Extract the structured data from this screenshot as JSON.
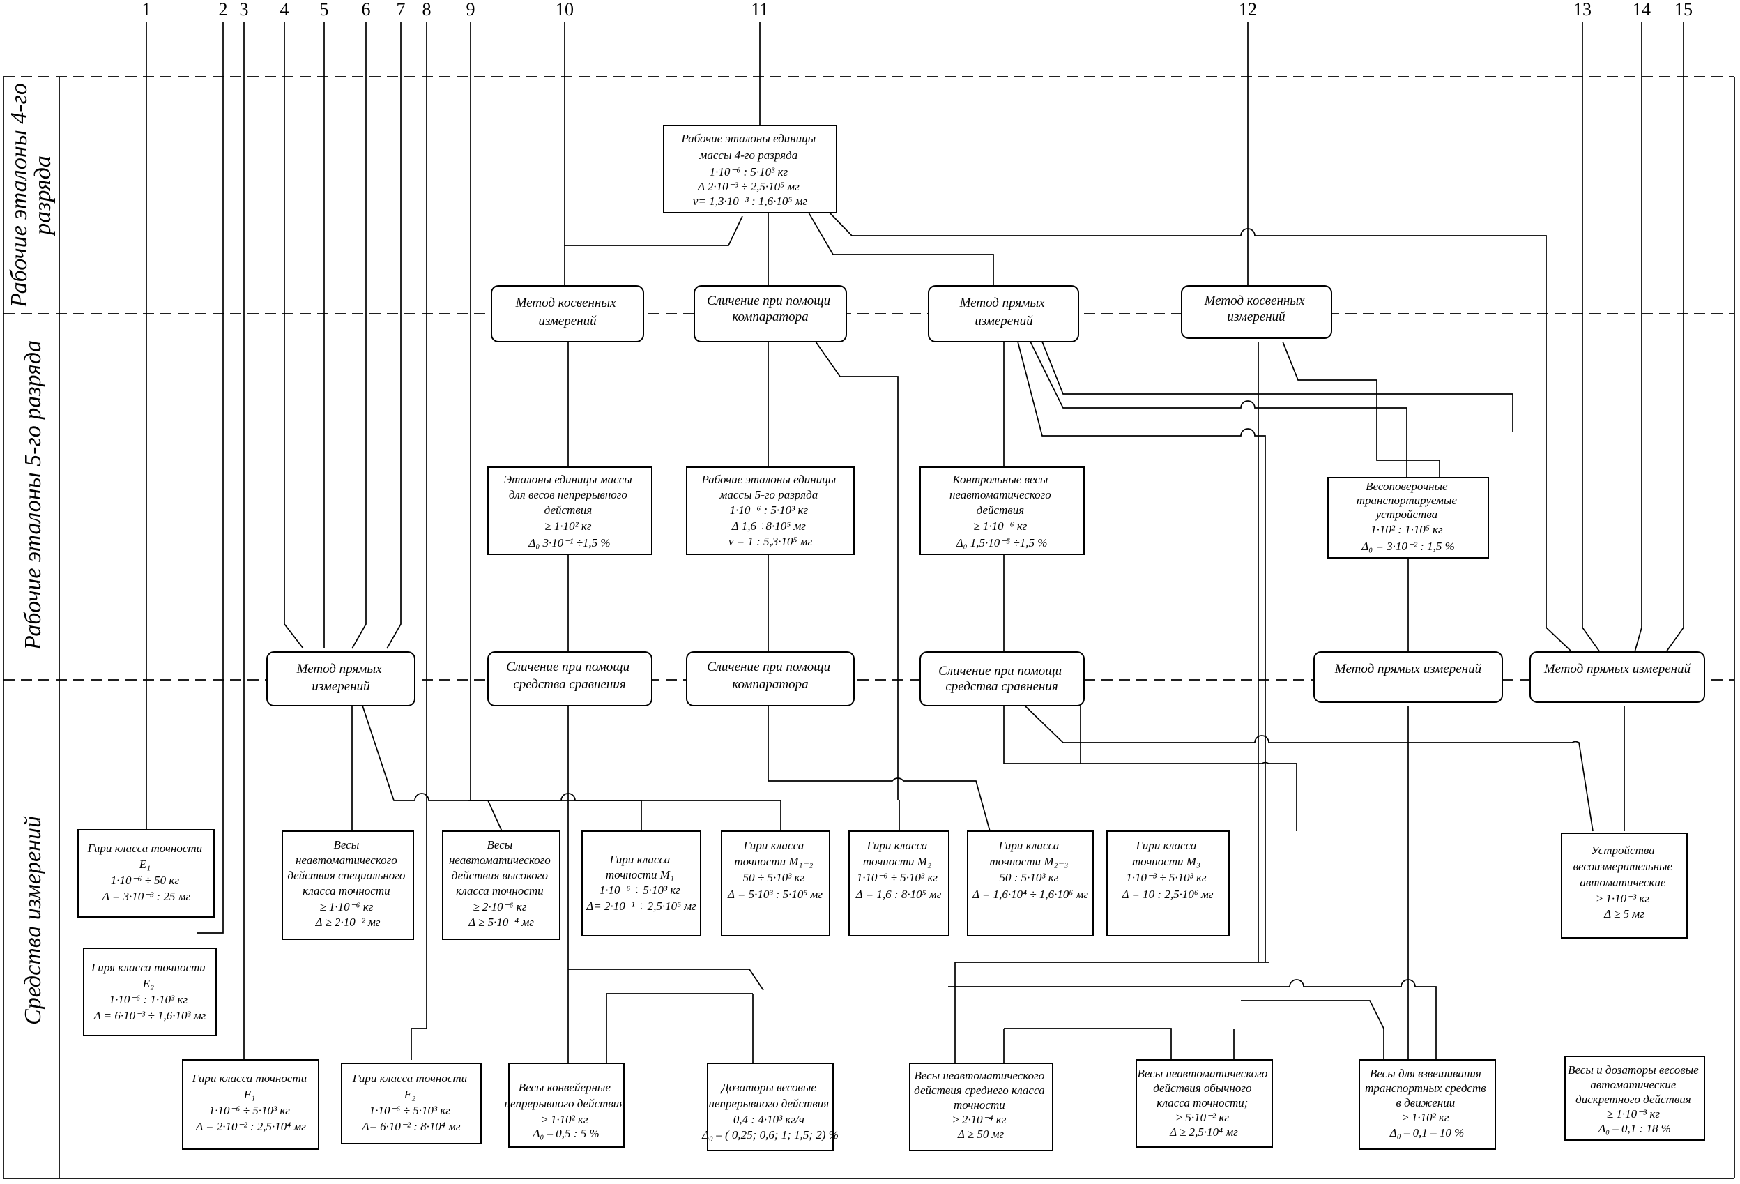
{
  "columns": [
    "1",
    "2",
    "3",
    "4",
    "5",
    "6",
    "7",
    "8",
    "9",
    "10",
    "11",
    "12",
    "13",
    "14",
    "15"
  ],
  "rows": {
    "r1": [
      "Рабочие эталоны 4-го",
      "разряда"
    ],
    "r2": [
      "Рабочие эталоны 5-го разряда"
    ],
    "r3": [
      "Средства измерений"
    ]
  },
  "boxes": {
    "top": [
      "Рабочие эталоны единицы",
      "массы 4-го разряда",
      "1·10⁻⁶ : 5·10³ кг",
      "Δ 2·10⁻³ ÷ 2,5·10⁵ мг",
      "ν= 1,3·10⁻³ : 1,6·10⁵ мг"
    ],
    "m_kos1": [
      "Метод косвенных",
      "измерений"
    ],
    "m_comp1": [
      "Сличение при помощи",
      "компаратора"
    ],
    "m_pr1": [
      "Метод прямых",
      "измерений"
    ],
    "m_kos2": [
      "Метод косвенных",
      "измерений"
    ],
    "e_cont": [
      "Эталоны единицы массы",
      "для весов непрерывного",
      "действия",
      "≥ 1·10² кг",
      "Δ₀ 3·10⁻¹ ÷1,5 %"
    ],
    "e_rab5": [
      "Рабочие эталоны единицы",
      "массы 5-го разряда",
      "1·10⁻⁶ : 5·10³ кг",
      "Δ 1,6 ÷8·10⁵ мг",
      "ν = 1 : 5,3·10⁵ мг"
    ],
    "e_kontr": [
      "Контрольные весы",
      "неавтоматического",
      "действия",
      "≥ 1·10⁻⁶ кг",
      "Δ₀ 1,5·10⁻⁵ ÷1,5 %"
    ],
    "e_vesov": [
      "Весоповерочные",
      "транспортируемые",
      "устройства",
      "1·10² : 1·10⁵ кг",
      "Δ₀ = 3·10⁻² : 1,5 %"
    ],
    "m_pr2": [
      "Метод прямых",
      "измерений"
    ],
    "m_sr1": [
      "Сличение при помощи",
      "средства сравнения"
    ],
    "m_comp2": [
      "Сличение при помощи",
      "компаратора"
    ],
    "m_sr2": [
      "Сличение при помощи",
      "средства сравнения"
    ],
    "m_pr3": [
      "Метод прямых измерений"
    ],
    "m_pr4": [
      "Метод прямых измерений"
    ],
    "s_e1": [
      "Гири класса точности",
      "E₁",
      "1·10⁻⁶ ÷ 50 кг",
      "Δ = 3·10⁻³ : 25 мг"
    ],
    "s_e2": [
      "Гиря класса точности",
      "E₂",
      "1·10⁻⁶ : 1·10³ кг",
      "Δ = 6·10⁻³ ÷ 1,6·10³ мг"
    ],
    "s_f1": [
      "Гири класса точности",
      "F₁",
      "1·10⁻⁶ ÷ 5·10³ кг",
      "Δ = 2·10⁻² : 2,5·10⁴ мг"
    ],
    "s_f2": [
      "Гири класса точности",
      "F₂",
      "1·10⁻⁶ ÷ 5·10³ кг",
      "Δ= 6·10⁻² : 8·10⁴ мг"
    ],
    "s_spec": [
      "Весы",
      "неавтоматического",
      "действия специального",
      "класса точности",
      "≥ 1·10⁻⁶ кг",
      "Δ ≥ 2·10⁻² мг"
    ],
    "s_high": [
      "Весы",
      "неавтоматического",
      "действия высокого",
      "класса точности",
      "≥ 2·10⁻⁶ кг",
      "Δ ≥ 5·10⁻⁴ мг"
    ],
    "s_m1": [
      "Гири класса",
      "точности M₁",
      "1·10⁻⁶ ÷ 5·10³ кг",
      "Δ= 2·10⁻¹ ÷ 2,5·10⁵ мг"
    ],
    "s_m12": [
      "Гири класса",
      "точности M₁₋₂",
      "50 ÷ 5·10³ кг",
      "Δ = 5·10³ : 5·10⁵ мг"
    ],
    "s_m2": [
      "Гири класса",
      "точности M₂",
      "1·10⁻⁶ ÷ 5·10³ кг",
      "Δ = 1,6 : 8·10⁵ мг"
    ],
    "s_m23": [
      "Гири класса",
      "точности M₂₋₃",
      "50 : 5·10³ кг",
      "Δ = 1,6·10⁴ ÷ 1,6·10⁶ мг"
    ],
    "s_m3": [
      "Гири класса",
      "точности M₃",
      "1·10⁻³ ÷ 5·10³ кг",
      "Δ = 10 : 2,5·10⁶ мг"
    ],
    "s_conv": [
      "Весы конвейерные",
      "непрерывного действия",
      "≥ 1·10² кг",
      "Δ₀ – 0,5 : 5 %"
    ],
    "s_dos": [
      "Дозаторы весовые",
      "непрерывного действия",
      "0,4 : 4·10³ кг/ч",
      "Δ₀ – ( 0,25; 0,6; 1; 1,5; 2) %"
    ],
    "s_mid": [
      "Весы неавтоматического",
      "действия среднего класса",
      "точности",
      "≥ 2·10⁻⁴ кг",
      "Δ ≥ 50 мг"
    ],
    "s_ord": [
      "Весы неавтоматического",
      "действия обычного",
      "класса точности;",
      "≥ 5·10⁻² кг",
      "Δ ≥ 2,5·10⁴ мг"
    ],
    "s_trans": [
      "Весы для взвешивания",
      "транспортных средств",
      "в движении",
      "≥ 1·10² кг",
      "Δ₀ – 0,1 – 10 %"
    ],
    "s_auto": [
      "Устройства",
      "весоизмерительные",
      "автоматические",
      "≥ 1·10⁻³ кг",
      "Δ ≥ 5 мг"
    ],
    "s_disc": [
      "Весы и дозаторы весовые",
      "автоматические",
      "дискретного действия",
      "≥ 1·10⁻³ кг",
      "Δ₀ – 0,1 : 18 %"
    ]
  }
}
